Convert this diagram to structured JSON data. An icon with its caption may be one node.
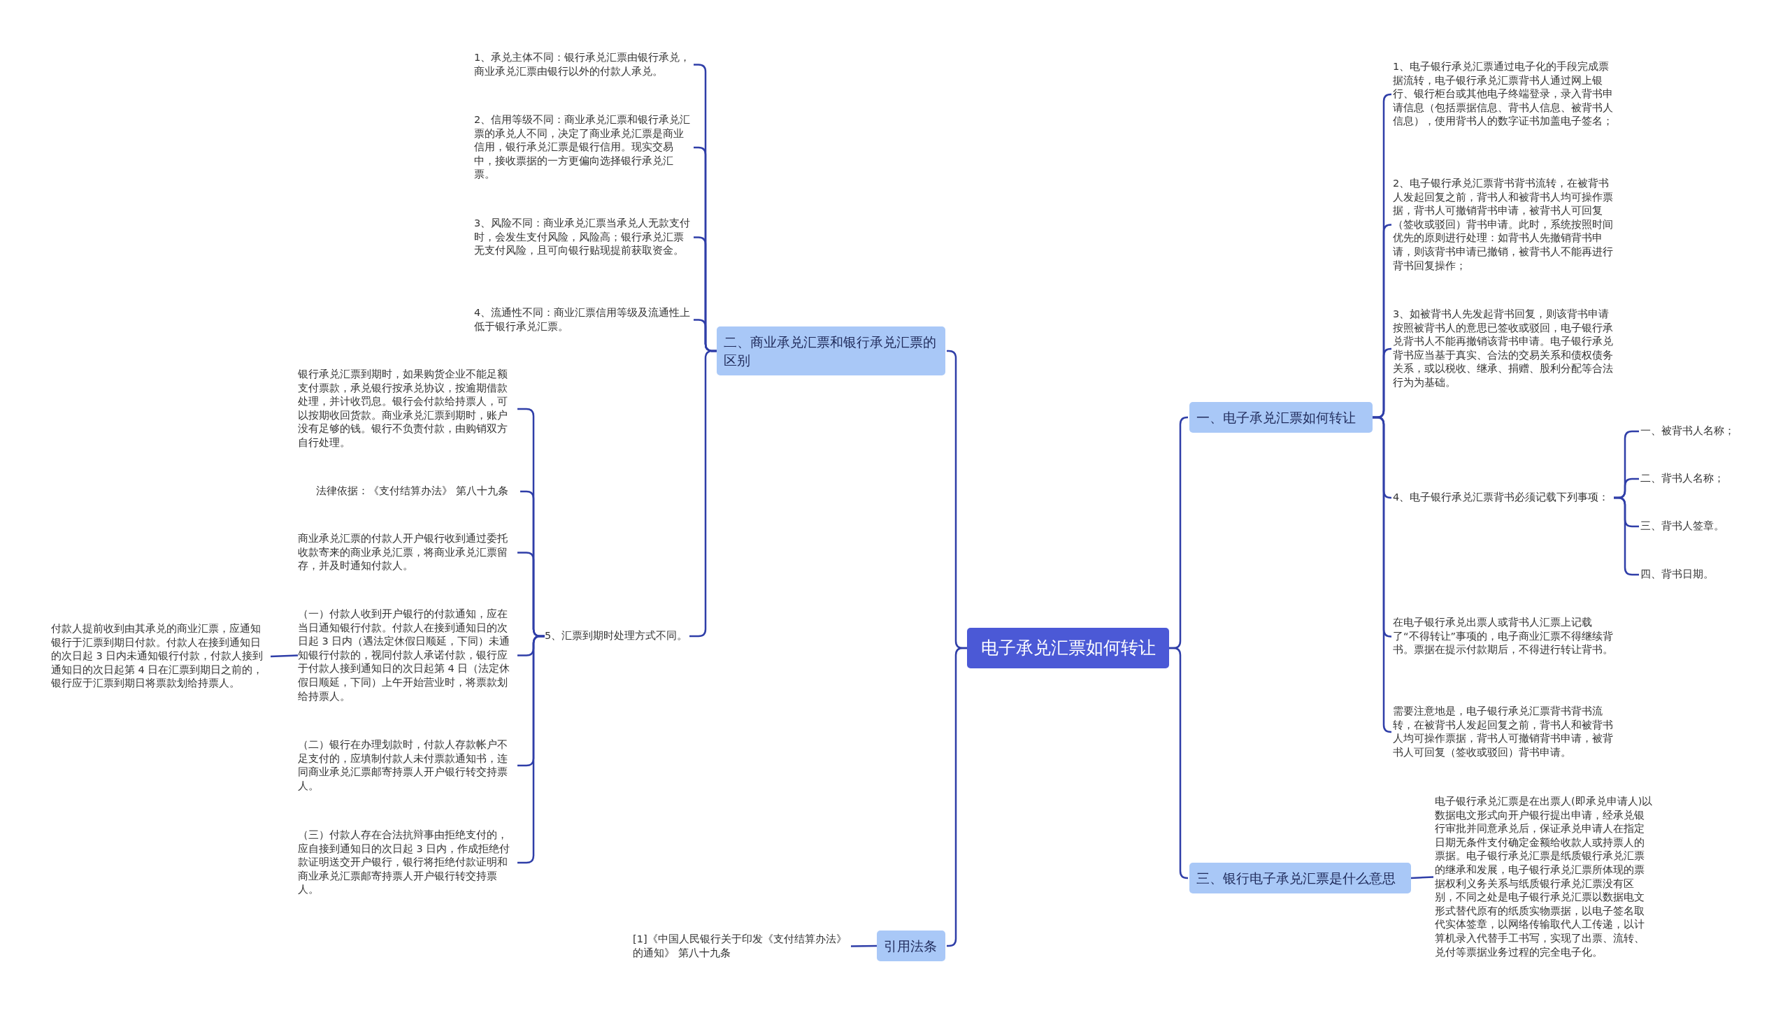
{
  "diagram": {
    "nodes": [
      {
        "text": [
          "电子承兑汇票如何转让"
        ]
      },
      {
        "text": [
          "二、商业承兑汇票和银行承兑汇票的区别"
        ]
      },
      {
        "text": [
          "1、承兑主体不同：银行承兑汇票由银行承兑，商业承兑汇票由银行以外的付款人承兑。"
        ]
      },
      {
        "text": [
          "2、信用等级不同：商业承兑汇票和银行承兑汇票的承兑人不同，决定了商业承兑汇票是商业信用，银行承兑汇票是银行信用。现实交易中，接收票据的一方更偏向选择银行承兑汇票。"
        ]
      },
      {
        "text": [
          "3、风险不同：商业承兑汇票当承兑人无款支付时，会发生支付风险，风险高；银行承兑汇票无支付风险，且可向银行贴现提前获取资金。"
        ]
      },
      {
        "text": [
          "4、流通性不同：商业汇票信用等级及流通性上低于银行承兑汇票。"
        ]
      },
      {
        "text": [
          "5、汇票到期时处理方式不同。"
        ]
      },
      {
        "text": [
          "银行承兑汇票到期时，如果购货企业不能足额支付票款，承兑银行按承兑协议，按逾期借款处理，并计收罚息。银行会付款给持票人，可以按期收回货款。商业承兑汇票到期时，账户没有足够的钱。银行不负责付款，由购销双方自行处理。"
        ]
      },
      {
        "text": [
          "法律依据：《支付结算办法》 第八十九条"
        ]
      },
      {
        "text": [
          "商业承兑汇票的付款人开户银行收到通过委托收款寄来的商业承兑汇票，将商业承兑汇票留存，并及时通知付款人。"
        ]
      },
      {
        "text": [
          "（一）付款人收到开户银行的付款通知，应在当日通知银行付款。付款人在接到通知日的次日起 3 日内（遇法定休假日顺延，下同）未通知银行付款的，视同付款人承诺付款，银行应于付款人接到通知日的次日起第 4 日（法定休假日顺延，下同）上午开始营业时，将票款划给持票人。"
        ]
      },
      {
        "text": [
          "付款人提前收到由其承兑的商业汇票，应通知银行于汇票到期日付款。付款人在接到通知日的次日起 3 日内未通知银行付款，付款人接到通知日的次日起第 4 日在汇票到期日之前的，银行应于汇票到期日将票款划给持票人。"
        ]
      },
      {
        "text": [
          "（二）银行在办理划款时，付款人存款帐户不足支付的，应填制付款人未付票款通知书，连同商业承兑汇票邮寄持票人开户银行转交持票人。"
        ]
      },
      {
        "text": [
          "（三）付款人存在合法抗辩事由拒绝支付的，应自接到通知日的次日起 3 日内，作成拒绝付款证明送交开户银行，银行将拒绝付款证明和商业承兑汇票邮寄持票人开户银行转交持票人。"
        ]
      },
      {
        "text": [
          "引用法条"
        ]
      },
      {
        "text": [
          "[1]《中国人民银行关于印发《支付结算办法》的通知》 第八十九条"
        ]
      },
      {
        "text": [
          "一、电子承兑汇票如何转让"
        ]
      },
      {
        "text": [
          "1、电子银行承兑汇票通过电子化的手段完成票据流转，电子银行承兑汇票背书人通过网上银行、银行柜台或其他电子终端登录，录入背书申请信息（包括票据信息、背书人信息、被背书人信息），使用背书人的数字证书加盖电子签名；"
        ]
      },
      {
        "text": [
          "2、电子银行承兑汇票背书背书流转，在被背书人发起回复之前，背书人和被背书人均可操作票据，背书人可撤销背书申请，被背书人可回复（签收或驳回）背书申请。此时，系统按照时间优先的原则进行处理：如背书人先撤销背书申请，则该背书申请已撤销，被背书人不能再进行背书回复操作；"
        ]
      },
      {
        "text": [
          "3、如被背书人先发起背书回复，则该背书申请按照被背书人的意思已签收或驳回，电子银行承兑背书人不能再撤销该背书申请。电子银行承兑背书应当基于真实、合法的交易关系和债权债务关系，或以税收、继承、捐赠、股利分配等合法行为为基础。"
        ]
      },
      {
        "text": [
          "4、电子银行承兑汇票背书必须记载下列事项："
        ]
      },
      {
        "text": [
          "一、被背书人名称；"
        ]
      },
      {
        "text": [
          "二、背书人名称；"
        ]
      },
      {
        "text": [
          "三、背书人签章。"
        ]
      },
      {
        "text": [
          "四、背书日期。"
        ]
      },
      {
        "text": [
          "在电子银行承兑出票人或背书人汇票上记载了“不得转让”事项的，电子商业汇票不得继续背书。票据在提示付款期后，不得进行转让背书。"
        ]
      },
      {
        "text": [
          "需要注意地是，电子银行承兑汇票背书背书流转，在被背书人发起回复之前，背书人和被背书人均可操作票据，背书人可撤销背书申请，被背书人可回复（签收或驳回）背书申请。"
        ]
      },
      {
        "text": [
          "三、银行电子承兑汇票是什么意思"
        ]
      },
      {
        "text": [
          "电子银行承兑汇票是在出票人(即承兑申请人)以数据电文形式向开户银行提出申请，经承兑银行审批并同意承兑后，保证承兑申请人在指定日期无条件支付确定金额给收款人或持票人的票据。电子银行承兑汇票是纸质银行承兑汇票的继承和发展，电子银行承兑汇票所体现的票据权利义务关系与纸质银行承兑汇票没有区别，不同之处是电子银行承兑汇票以数据电文形式替代原有的纸质实物票据，以电子签名取代实体签章，以网络传输取代人工传递，以计算机录入代替手工书写，实现了出票、流转、兑付等票据业务过程的完全电子化。"
        ]
      }
    ],
    "edges": [
      {
        "from": 0,
        "to": 1,
        "arrow": "none"
      },
      {
        "from": 1,
        "to": 2,
        "arrow": "none"
      },
      {
        "from": 1,
        "to": 3,
        "arrow": "none"
      },
      {
        "from": 1,
        "to": 4,
        "arrow": "none"
      },
      {
        "from": 1,
        "to": 5,
        "arrow": "none"
      },
      {
        "from": 1,
        "to": 6,
        "arrow": "none"
      },
      {
        "from": 6,
        "to": 7,
        "arrow": "none"
      },
      {
        "from": 6,
        "to": 8,
        "arrow": "none"
      },
      {
        "from": 6,
        "to": 9,
        "arrow": "none"
      },
      {
        "from": 6,
        "to": 10,
        "arrow": "none"
      },
      {
        "from": 10,
        "to": 11,
        "arrow": "none"
      },
      {
        "from": 6,
        "to": 12,
        "arrow": "none"
      },
      {
        "from": 6,
        "to": 13,
        "arrow": "none"
      },
      {
        "from": 0,
        "to": 14,
        "arrow": "none"
      },
      {
        "from": 14,
        "to": 15,
        "arrow": "none"
      },
      {
        "from": 0,
        "to": 16,
        "arrow": "none"
      },
      {
        "from": 16,
        "to": 17,
        "arrow": "none"
      },
      {
        "from": 16,
        "to": 18,
        "arrow": "none"
      },
      {
        "from": 16,
        "to": 19,
        "arrow": "none"
      },
      {
        "from": 16,
        "to": 20,
        "arrow": "none"
      },
      {
        "from": 20,
        "to": 21,
        "arrow": "none"
      },
      {
        "from": 20,
        "to": 22,
        "arrow": "none"
      },
      {
        "from": 20,
        "to": 23,
        "arrow": "none"
      },
      {
        "from": 20,
        "to": 24,
        "arrow": "none"
      },
      {
        "from": 16,
        "to": 25,
        "arrow": "none"
      },
      {
        "from": 16,
        "to": 26,
        "arrow": "none"
      },
      {
        "from": 0,
        "to": 27,
        "arrow": "none"
      },
      {
        "from": 27,
        "to": 28,
        "arrow": "none"
      }
    ]
  }
}
